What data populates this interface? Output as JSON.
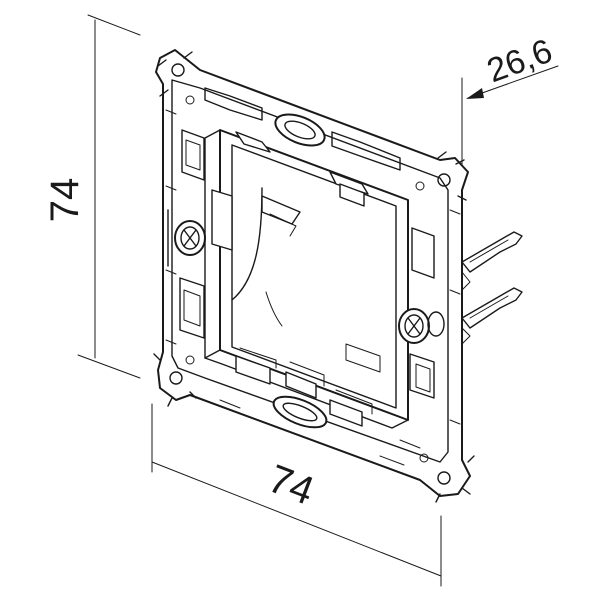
{
  "dimensions": {
    "height_label": "74",
    "width_label": "74",
    "depth_label": "26,6"
  },
  "colors": {
    "line": "#1a1a1a",
    "background": "#ffffff"
  }
}
